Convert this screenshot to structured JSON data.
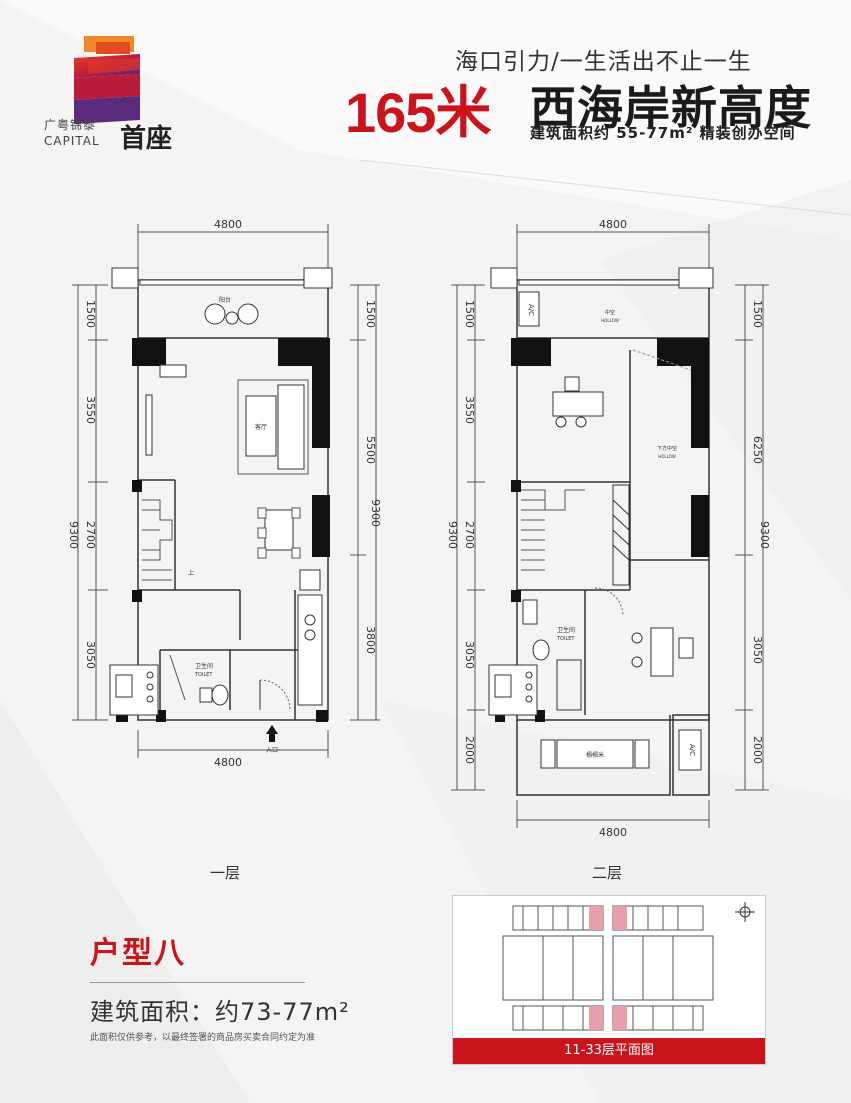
{
  "brand": {
    "name_cn": "广粤锦泰",
    "name_en": "CAPITAL",
    "project": "首座"
  },
  "header": {
    "slogan": "海口引力/一生活出不止一生",
    "headline_red": "165米",
    "headline_black": "西海岸新高度",
    "subline": "建筑面积约 55-77m² 精装创办空间"
  },
  "floor1": {
    "label": "一层",
    "dim_top": "4800",
    "dim_bottom": "4800",
    "dims_left": [
      "1500",
      "3550",
      "2700",
      "9300",
      "3050"
    ],
    "dims_right": [
      "1500",
      "5500",
      "9300",
      "3800"
    ],
    "rooms": {
      "balcony": "阳台",
      "living": "客厅",
      "bathroom": "卫生间",
      "toilet": "TOILET",
      "stair_up": "上",
      "entrance": "入口"
    }
  },
  "floor2": {
    "label": "二层",
    "dim_top": "4800",
    "dim_bottom": "4800",
    "dims_left": [
      "1500",
      "3550",
      "2700",
      "9300",
      "3050",
      "2000"
    ],
    "dims_right": [
      "1500",
      "6250",
      "9300",
      "3050",
      "2000"
    ],
    "rooms": {
      "ac1": "A/C",
      "ac2": "A/C",
      "void_top": "中空",
      "void_top_en": "HOLLOW",
      "void_mid": "下方中空",
      "void_mid_en": "HOLLOW",
      "bathroom": "卫生间",
      "toilet": "TOILET",
      "lounge": "榻榻米"
    }
  },
  "unit": {
    "type": "户型八",
    "area": "建筑面积：约73-77m²",
    "disclaimer": "此面积仅供参考，以最终签署的商品房买卖合同约定为准"
  },
  "keyplan": {
    "caption": "11-33层平面图"
  },
  "colors": {
    "accent_red": "#c8141a",
    "wall": "#111111",
    "line": "#555555"
  }
}
